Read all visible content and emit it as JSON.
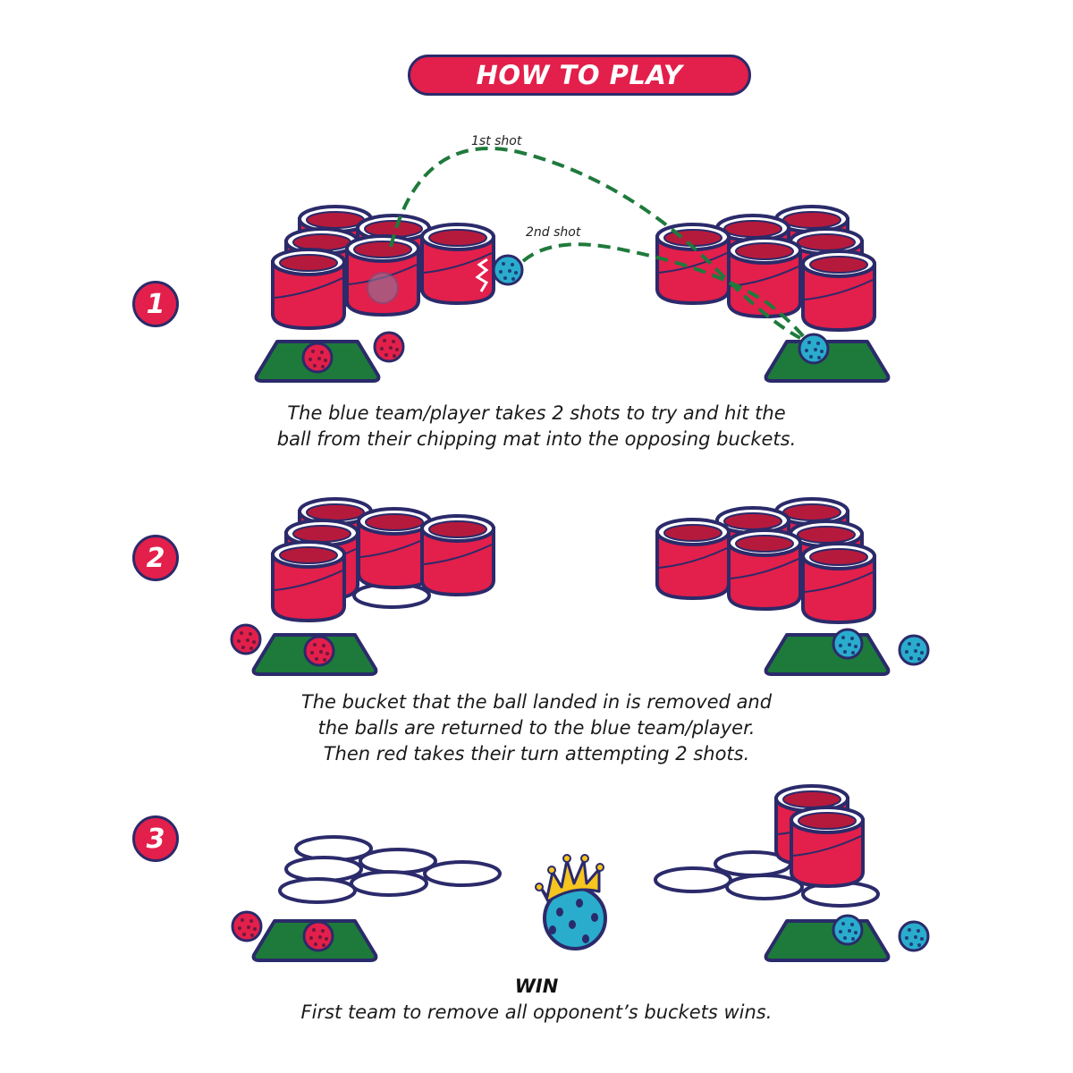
{
  "header": {
    "title": "HOW TO PLAY"
  },
  "colors": {
    "bucket_red": "#e31f4b",
    "bucket_inner": "#b51a3c",
    "outline_navy": "#2b2a6a",
    "mat_green": "#1d7a3b",
    "ball_blue": "#2aaccd",
    "shot_green": "#1f7a3c",
    "crown_gold": "#f6c51e"
  },
  "steps": [
    {
      "number": "1",
      "shot_labels": [
        "1st shot",
        "2nd shot"
      ],
      "caption_lines": [
        "The blue team/player takes 2 shots to try and hit the",
        "ball from their chipping mat into the opposing buckets."
      ]
    },
    {
      "number": "2",
      "caption_lines": [
        "The bucket that the ball landed in is removed and",
        "the balls are returned to the blue team/player.",
        "Then red takes their turn attempting 2 shots."
      ]
    },
    {
      "number": "3",
      "win_title": "WIN",
      "caption_lines": [
        "First team to remove all opponent’s buckets wins."
      ]
    }
  ]
}
